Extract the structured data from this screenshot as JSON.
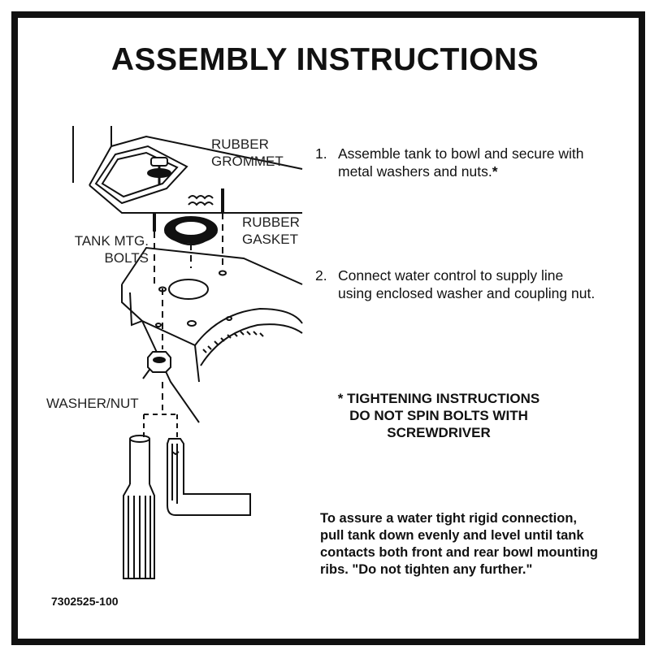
{
  "title": "ASSEMBLY INSTRUCTIONS",
  "labels": {
    "rubber_grommet": [
      "RUBBER",
      "GROMMET"
    ],
    "rubber_gasket": [
      "RUBBER",
      "GASKET"
    ],
    "tank_mtg_bolts": [
      "TANK MTG.",
      "BOLTS"
    ],
    "washer_nut": "WASHER/NUT"
  },
  "steps": [
    {
      "number": "1.",
      "lines": [
        "Assemble tank to bowl and secure with",
        "metal washers and nuts."
      ],
      "mark": "*"
    },
    {
      "number": "2.",
      "lines": [
        "Connect water control to supply line",
        "using enclosed washer and coupling nut."
      ]
    }
  ],
  "tightening": [
    "* TIGHTENING INSTRUCTIONS",
    "DO NOT SPIN BOLTS WITH",
    "SCREWDRIVER"
  ],
  "assure": [
    "To assure a water tight rigid connection,",
    "pull tank down evenly and level until tank",
    "contacts both front and rear bowl mounting",
    "ribs. \"Do not tighten any further.\""
  ],
  "part_number": "7302525-100"
}
